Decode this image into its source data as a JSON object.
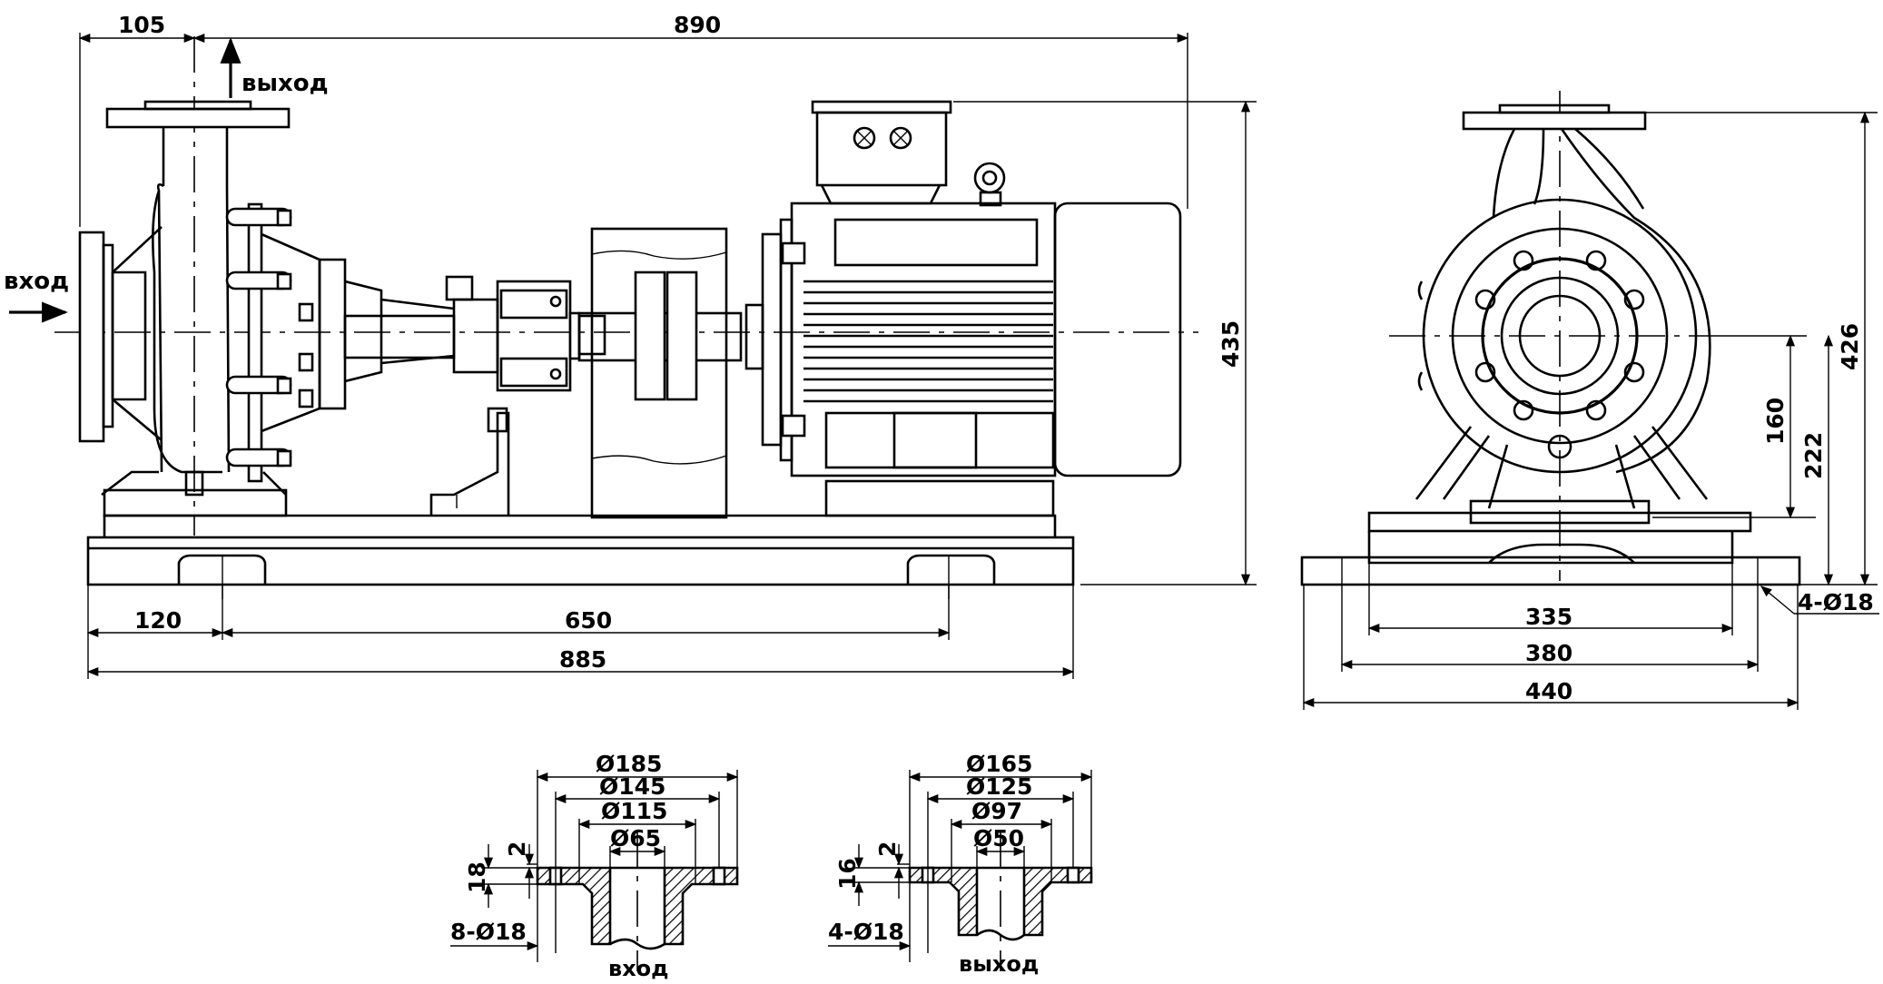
{
  "side_view": {
    "dims": {
      "flange_offset": "105",
      "overall_length": "890",
      "overall_height": "435",
      "base_hole_offset": "120",
      "base_hole_spacing": "650",
      "base_length": "885"
    },
    "labels": {
      "inlet": "вход",
      "outlet": "выход"
    }
  },
  "end_view": {
    "dims": {
      "total_height": "426",
      "shaft_height": "222",
      "outlet_center_height": "160",
      "bolt_spacing": "335",
      "base_width_inner": "380",
      "base_width": "440",
      "base_holes": "4-Ø18"
    }
  },
  "inlet_flange": {
    "dims": {
      "outer_diameter": "Ø185",
      "bolt_circle": "Ø145",
      "raised_face": "Ø115",
      "bore": "Ø65",
      "face_height": "2",
      "thickness": "18",
      "holes": "8-Ø18"
    },
    "label": "вход"
  },
  "outlet_flange": {
    "dims": {
      "outer_diameter": "Ø165",
      "bolt_circle": "Ø125",
      "raised_face": "Ø97",
      "bore": "Ø50",
      "face_height": "2",
      "thickness": "16",
      "holes": "4-Ø18"
    },
    "label": "выход"
  },
  "icons": [
    "inlet-arrow-icon",
    "outlet-arrow-icon",
    "cable-gland-icon",
    "lifting-eye-icon"
  ]
}
